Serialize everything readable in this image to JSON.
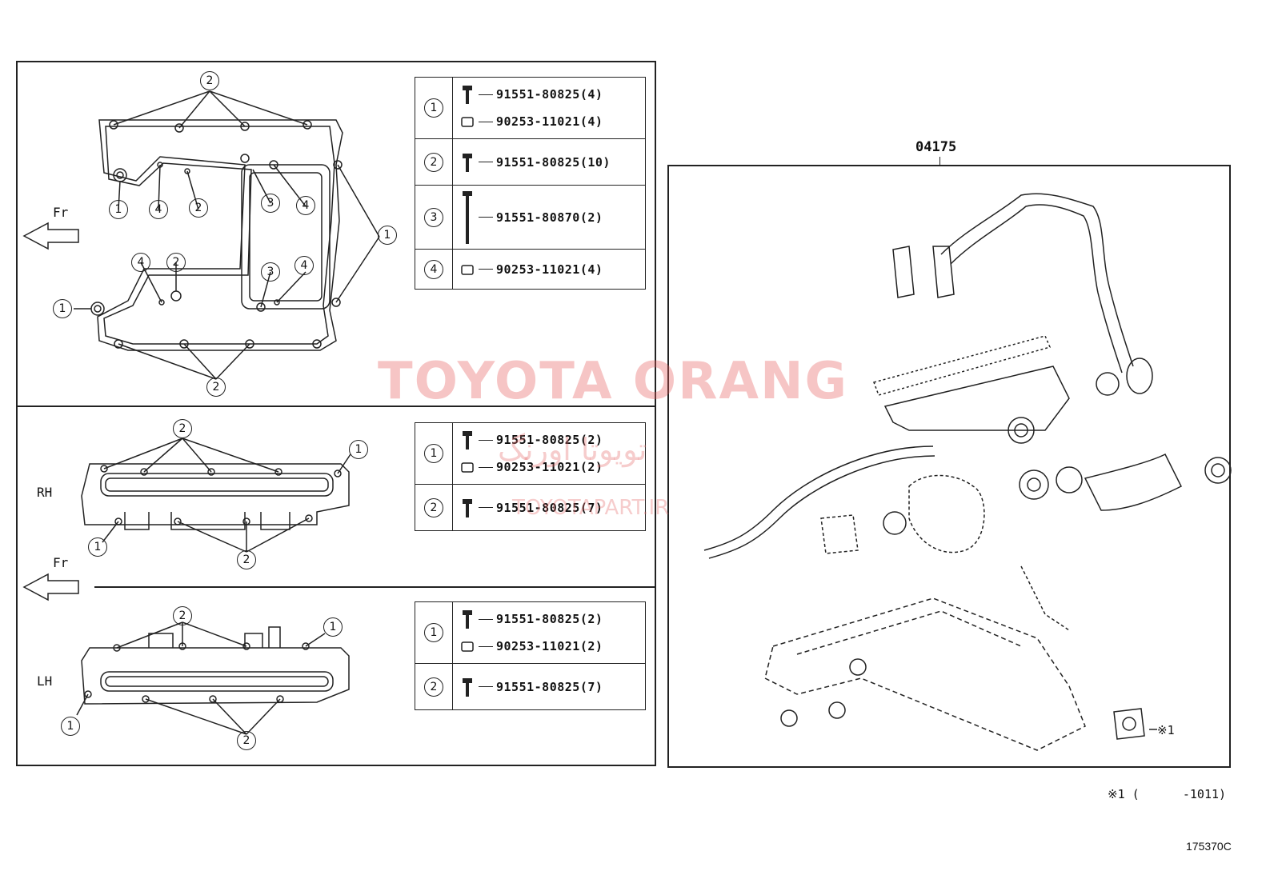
{
  "watermark": {
    "main": "TOYOTA ORANG",
    "persian": "تویوتا اورنگ",
    "site": "TOYOTAPART.IR"
  },
  "left": {
    "fr_label": "Fr",
    "rh_label": "RH",
    "lh_label": "LH",
    "top_table": [
      {
        "num": "1",
        "parts": [
          {
            "icon": "bolt-icon",
            "pn": "91551-80825(4)"
          },
          {
            "icon": "washer-icon",
            "pn": "90253-11021(4)"
          }
        ]
      },
      {
        "num": "2",
        "parts": [
          {
            "icon": "bolt-icon",
            "pn": "91551-80825(10)"
          }
        ]
      },
      {
        "num": "3",
        "parts": [
          {
            "icon": "long-bolt-icon",
            "pn": "91551-80870(2)"
          }
        ]
      },
      {
        "num": "4",
        "parts": [
          {
            "icon": "washer-icon",
            "pn": "90253-11021(4)"
          }
        ]
      }
    ],
    "rh_table": [
      {
        "num": "1",
        "parts": [
          {
            "icon": "bolt-icon",
            "pn": "91551-80825(2)"
          },
          {
            "icon": "washer-icon",
            "pn": "90253-11021(2)"
          }
        ]
      },
      {
        "num": "2",
        "parts": [
          {
            "icon": "bolt-icon",
            "pn": "91551-80825(7)"
          }
        ]
      }
    ],
    "lh_table": [
      {
        "num": "1",
        "parts": [
          {
            "icon": "bolt-icon",
            "pn": "91551-80825(2)"
          },
          {
            "icon": "washer-icon",
            "pn": "90253-11021(2)"
          }
        ]
      },
      {
        "num": "2",
        "parts": [
          {
            "icon": "bolt-icon",
            "pn": "91551-80825(7)"
          }
        ]
      }
    ]
  },
  "right": {
    "kit_number": "04175",
    "note_marker": "※1",
    "footnote": "※1 (      -1011)"
  },
  "figure_id": "175370C"
}
